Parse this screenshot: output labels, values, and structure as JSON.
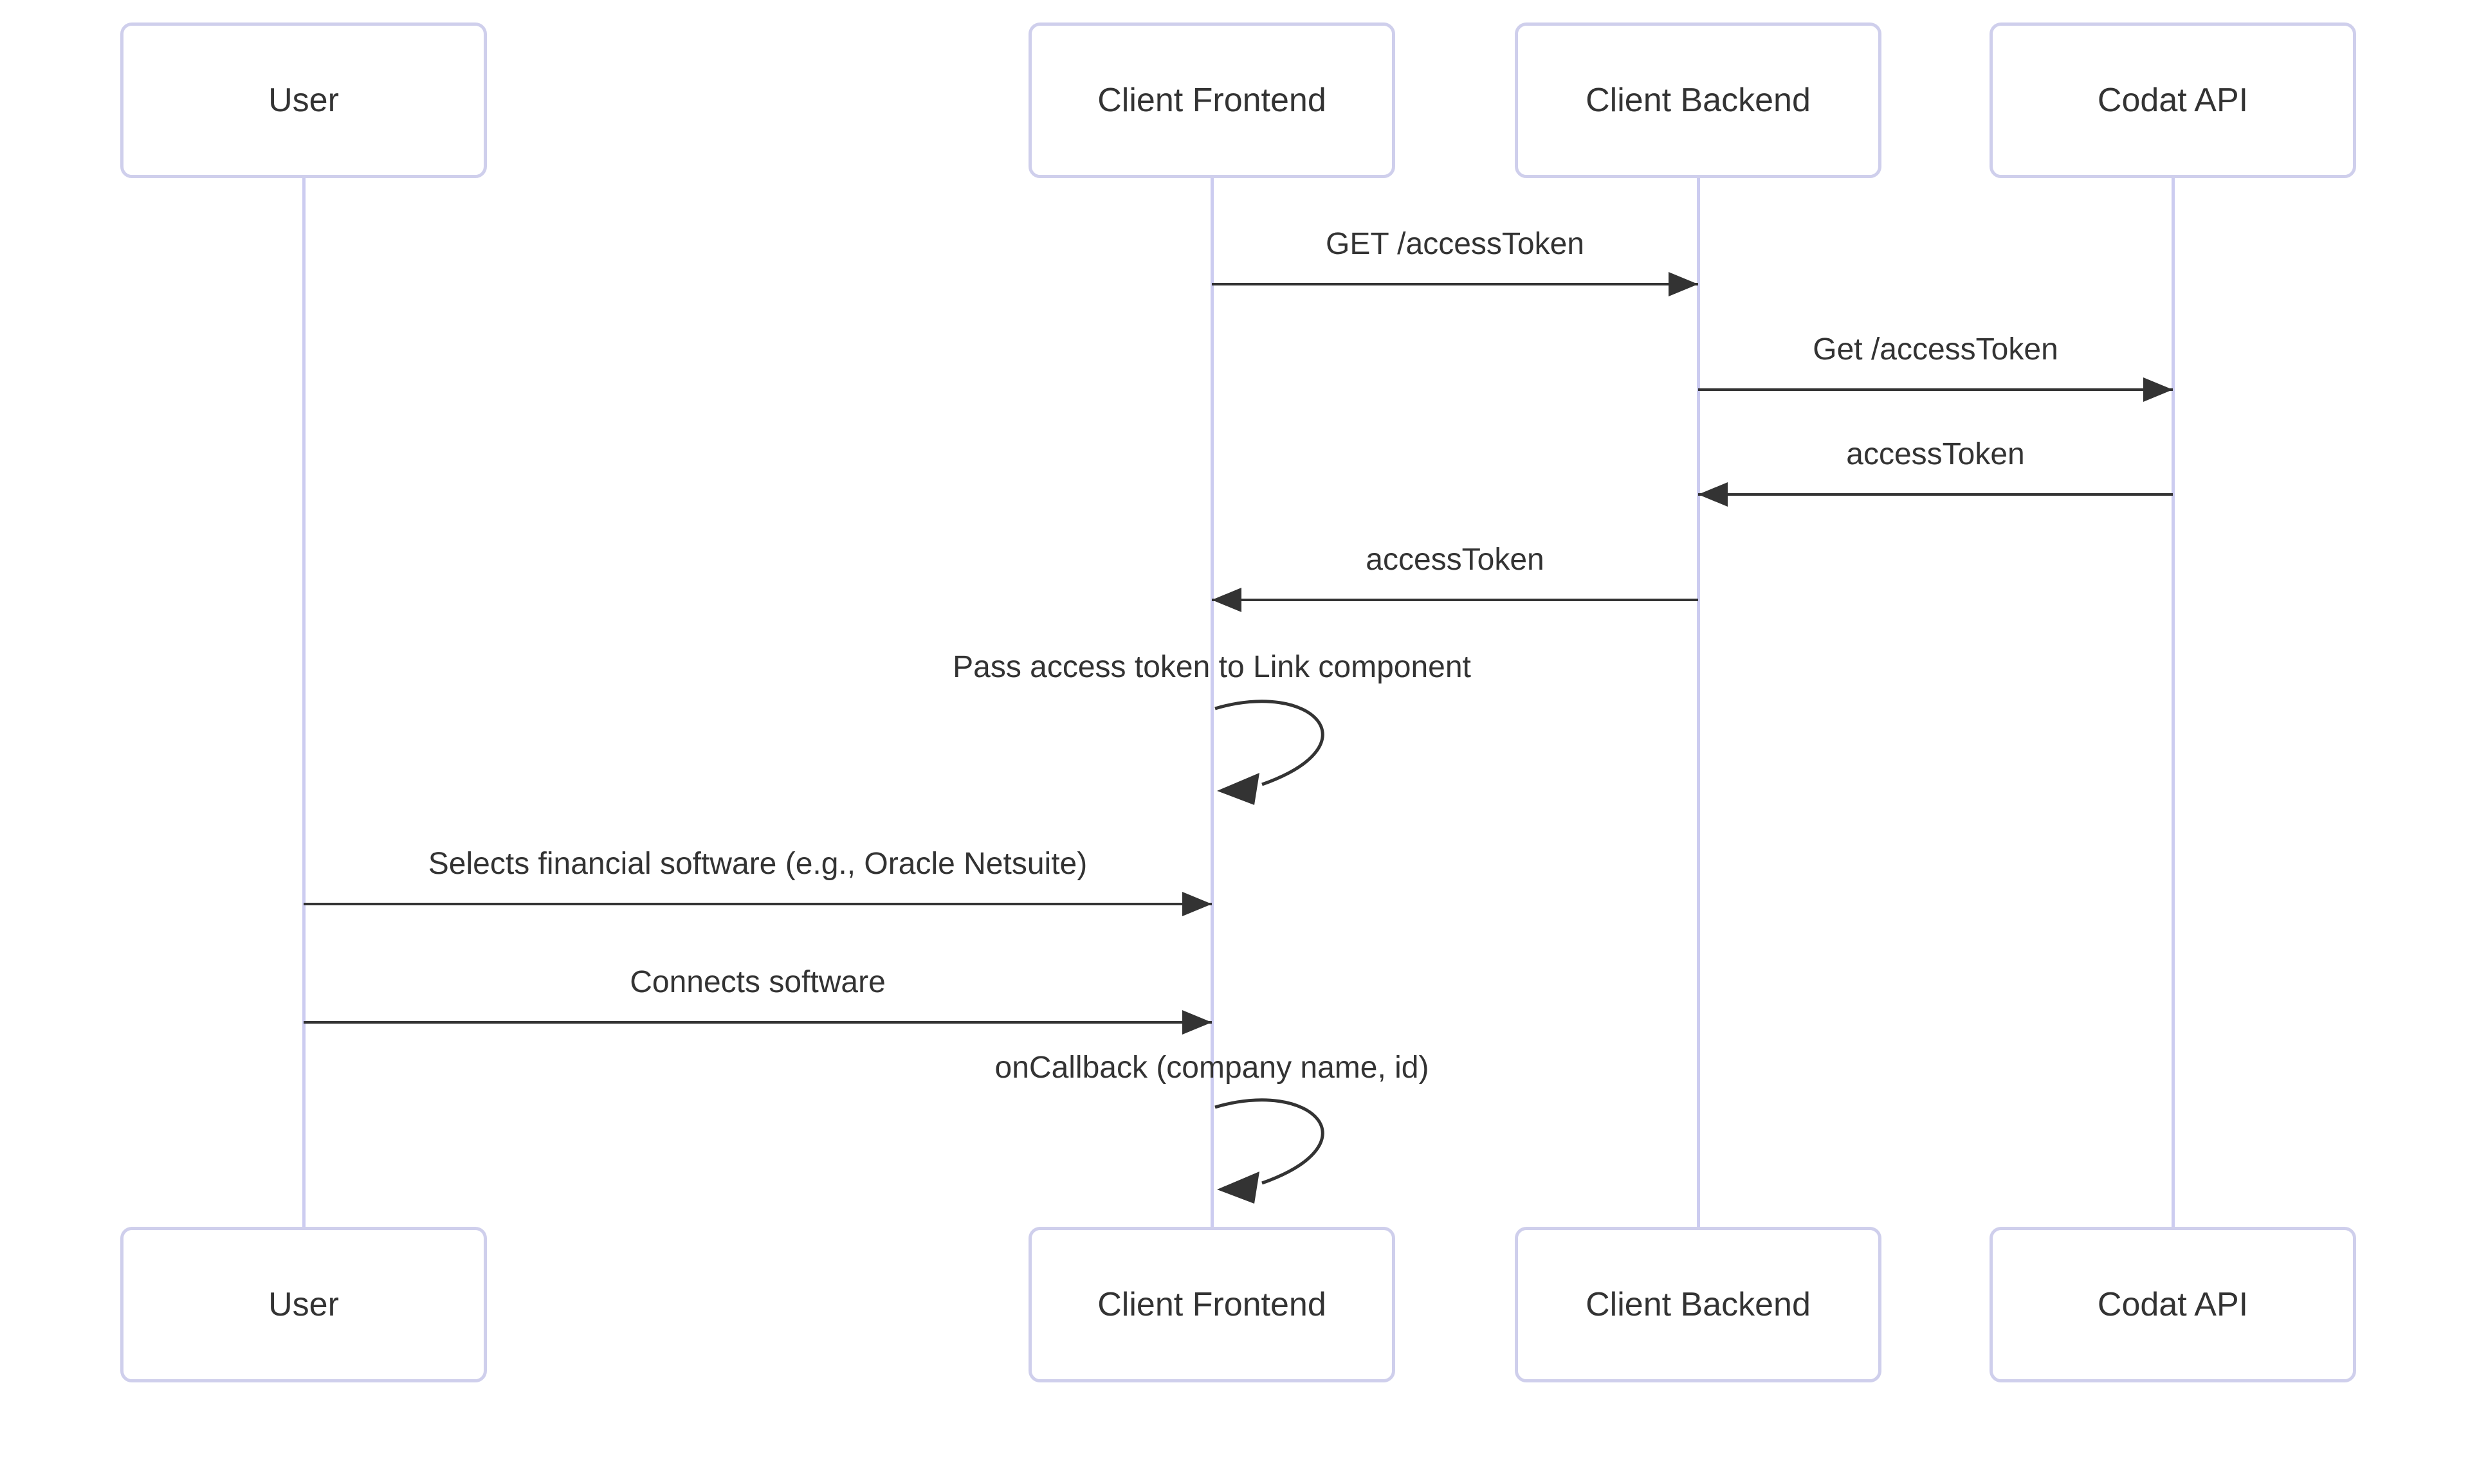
{
  "diagram": {
    "type": "sequence-diagram",
    "background": "#ffffff",
    "colors": {
      "actor_border": "#cfcfec",
      "actor_fill": "#ffffff",
      "lifeline": "#ccccf0",
      "text": "#333333",
      "arrow": "#333333"
    },
    "actors": [
      {
        "id": "user",
        "label": "User"
      },
      {
        "id": "client-frontend",
        "label": "Client Frontend"
      },
      {
        "id": "client-backend",
        "label": "Client Backend"
      },
      {
        "id": "codat-api",
        "label": "Codat API"
      }
    ],
    "messages": [
      {
        "from": "Client Frontend",
        "to": "Client Backend",
        "kind": "solid-arrow-right",
        "label": "GET /accessToken"
      },
      {
        "from": "Client Backend",
        "to": "Codat API",
        "kind": "solid-arrow-right",
        "label": "Get /accessToken"
      },
      {
        "from": "Codat API",
        "to": "Client Backend",
        "kind": "solid-arrow-left",
        "label": "accessToken"
      },
      {
        "from": "Client Backend",
        "to": "Client Frontend",
        "kind": "solid-arrow-left",
        "label": "accessToken"
      },
      {
        "from": "Client Frontend",
        "to": "Client Frontend",
        "kind": "self-loop",
        "label": "Pass access token to Link component"
      },
      {
        "from": "User",
        "to": "Client Frontend",
        "kind": "solid-arrow-right",
        "label": "Selects financial software (e.g., Oracle Netsuite)"
      },
      {
        "from": "User",
        "to": "Client Frontend",
        "kind": "solid-arrow-right",
        "label": "Connects software"
      },
      {
        "from": "Client Frontend",
        "to": "Client Frontend",
        "kind": "self-loop",
        "label": "onCallback (company name, id)"
      }
    ]
  }
}
